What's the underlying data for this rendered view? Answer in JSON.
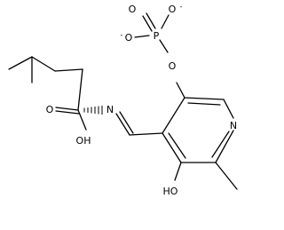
{
  "atoms": {
    "O_top_left": "O",
    "O_top_right": "O",
    "P": "P",
    "O_phosphate_left": "O",
    "O_ester": "O",
    "N_imine": "N",
    "O_carbonyl": "O",
    "OH_acid": "OH",
    "N_ring": "N",
    "HO_ring": "HO"
  },
  "charges": {
    "O_top_right": "-",
    "O_phosphate_left": "-"
  }
}
